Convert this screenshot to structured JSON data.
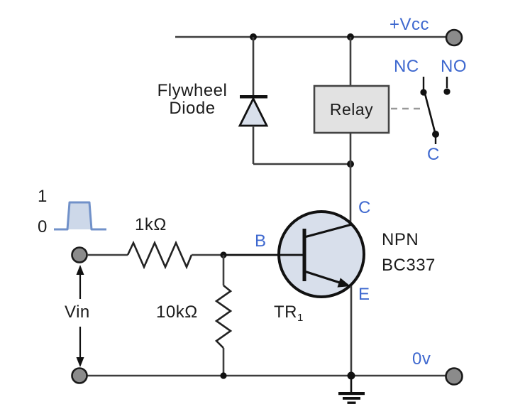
{
  "power": {
    "vcc_label": "+Vcc",
    "ground_label": "0v",
    "logic_high": "1",
    "logic_low": "0"
  },
  "input": {
    "label": "Vin",
    "r1_value": "1kΩ",
    "r2_value": "10kΩ",
    "base_label": "B"
  },
  "transistor": {
    "type": "NPN",
    "part": "BC337",
    "ref": "TR",
    "ref_sub": "1",
    "collector_label": "C",
    "emitter_label": "E"
  },
  "diode": {
    "line1": "Flywheel",
    "line2": "Diode"
  },
  "relay": {
    "label": "Relay",
    "nc": "NC",
    "no": "NO",
    "common": "C"
  },
  "colors": {
    "label_blue": "#3e68cf",
    "label_dark": "#1c1c1c",
    "wire": "#3d3d3d",
    "outline": "#111111",
    "component_fill": "#d8dfeb",
    "relay_fill": "#e2e2e2",
    "terminal_fill": "#8b8b8b",
    "pulse_stroke": "#7191c9",
    "pulse_fill": "#cdd8e9",
    "dashed_link": "#999999"
  }
}
